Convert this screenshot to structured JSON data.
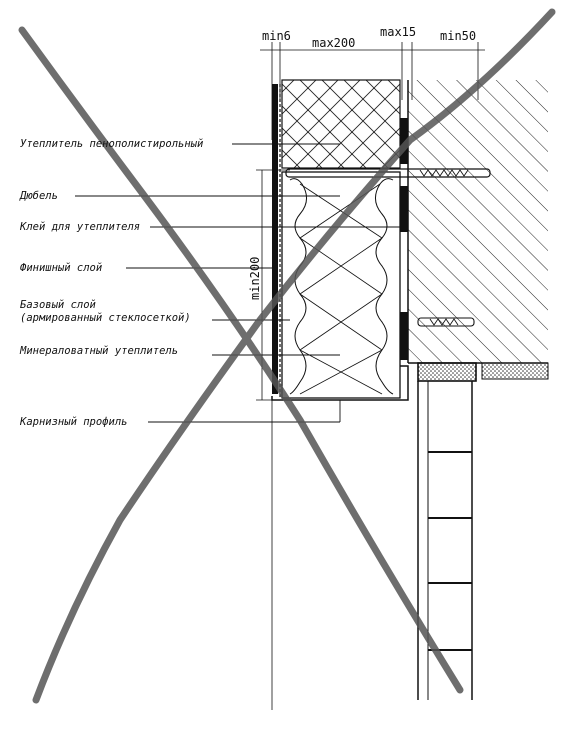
{
  "dimensions": {
    "min6": "min6",
    "max200": "max200",
    "max15": "max15",
    "min50": "min50",
    "min200": "min200"
  },
  "labels": {
    "foam_insulation": "Утеплитель пенополистирольный",
    "dowel": "Дюбель",
    "adhesive": "Клей для утеплителя",
    "finish_layer": "Финишный слой",
    "base_layer_1": "Базовый слой",
    "base_layer_2": "(армированный стеклосеткой)",
    "mineral_wool": "Минераловатный утеплитель",
    "cornice_profile": "Карнизный профиль"
  },
  "colors": {
    "ink": "#111111",
    "cross_out": "#555555"
  }
}
